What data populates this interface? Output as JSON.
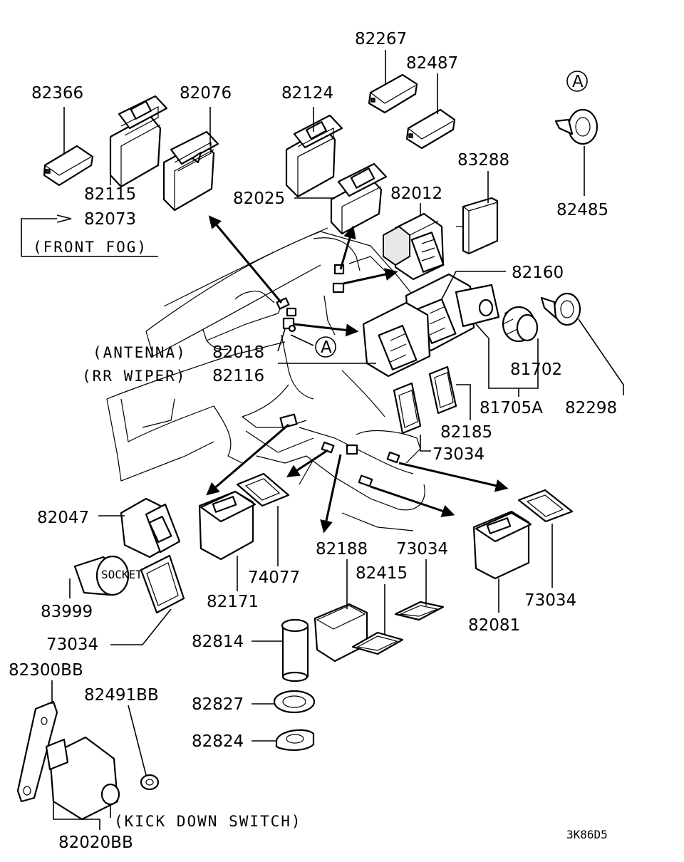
{
  "part_numbers": {
    "p82267": "82267",
    "p82487": "82487",
    "p82366": "82366",
    "p82076": "82076",
    "p82124": "82124",
    "p82115": "82115",
    "p82073": "82073",
    "p82025": "82025",
    "p82012": "82012",
    "p83288": "83288",
    "p82485": "82485",
    "p82160": "82160",
    "p82018": "82018",
    "p82116": "82116",
    "p81702": "81702",
    "p81705A": "81705A",
    "p82298": "82298",
    "p82185": "82185",
    "p73034_a": "73034",
    "p82047": "82047",
    "p74077": "74077",
    "p82188": "82188",
    "p73034_b": "73034",
    "p82415": "82415",
    "p83999": "83999",
    "p82171": "82171",
    "p73034_c": "73034",
    "p82081": "82081",
    "p73034_d": "73034",
    "p82814": "82814",
    "p82300BB": "82300BB",
    "p82491BB": "82491BB",
    "p82827": "82827",
    "p82824": "82824",
    "p82020BB": "82020BB"
  },
  "notes": {
    "front_fog": "(FRONT FOG)",
    "antenna": "(ANTENNA)",
    "rr_wiper": "(RR WIPER)",
    "kick_down": "(KICK DOWN SWITCH)"
  },
  "callouts": {
    "a_top": "A",
    "a_mid": "A"
  },
  "socket_text": "SOCKET",
  "diagram_code": "3K86D5"
}
